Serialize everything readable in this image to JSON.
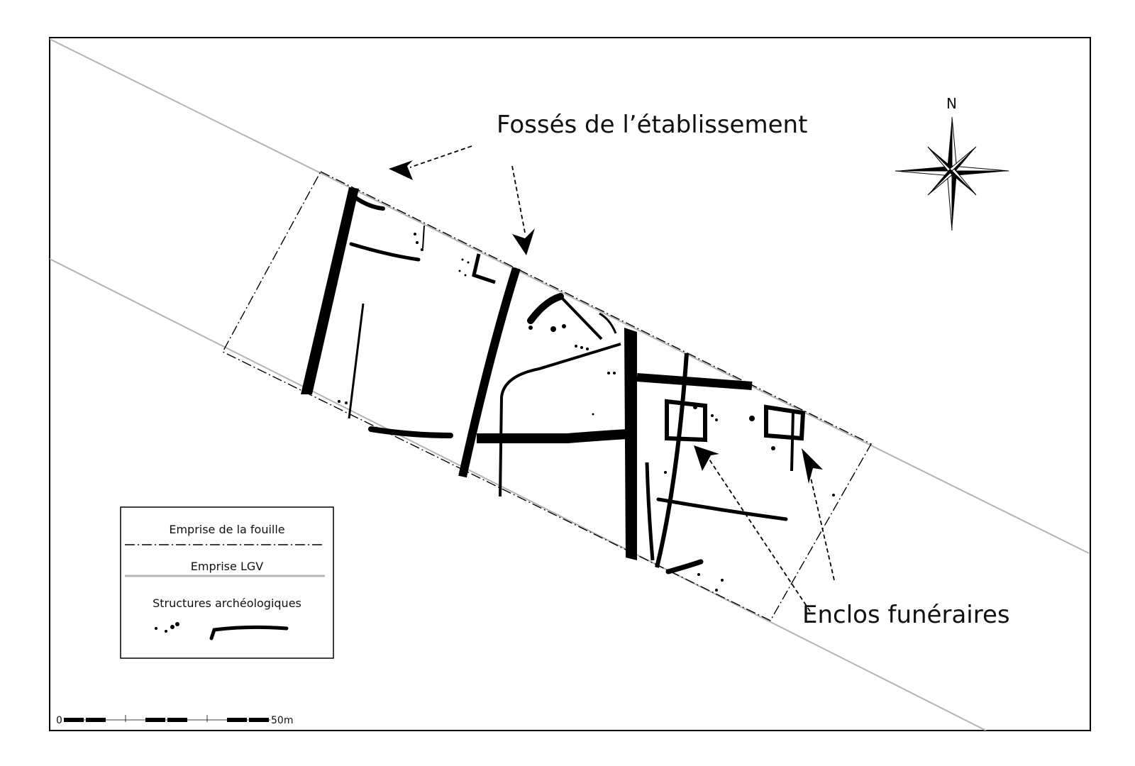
{
  "annotations": {
    "fosses": "Fossés de l’établissement",
    "enclos": "Enclos funéraires"
  },
  "north_label": "N",
  "legend": {
    "emprise_fouille": "Emprise de la fouille",
    "emprise_lgv": "Emprise LGV",
    "structures": "Structures archéologiques"
  },
  "scale": {
    "start": "0",
    "end": "50m"
  },
  "colors": {
    "ink": "#000000",
    "lgv_line": "#b3b3b3",
    "frame": "#000000",
    "background": "#ffffff"
  },
  "icons": [
    "compass-rose-icon",
    "arrow-head-icon"
  ]
}
